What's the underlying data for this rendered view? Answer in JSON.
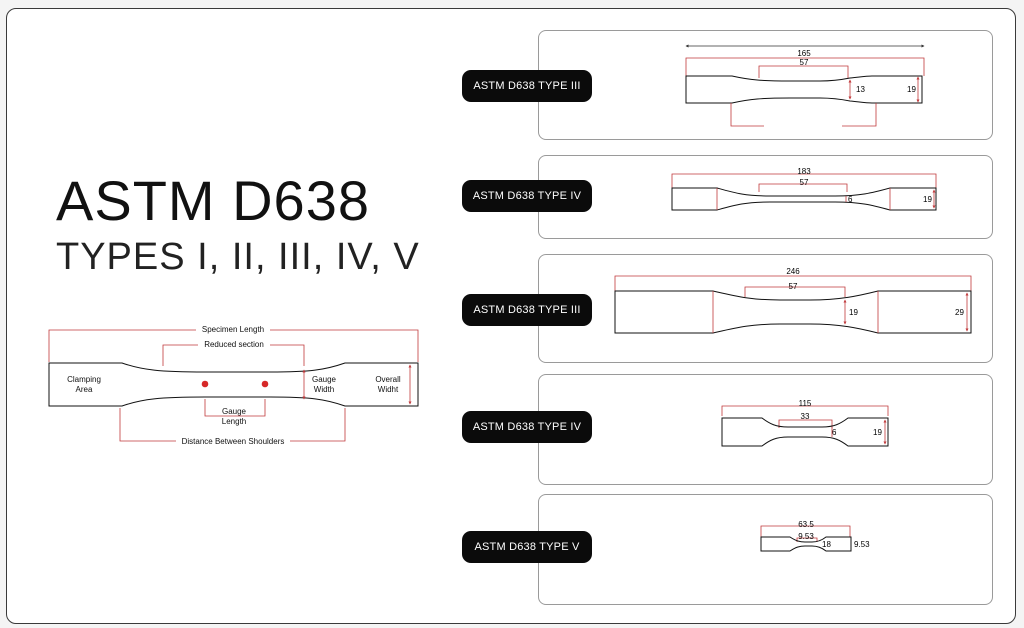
{
  "title": {
    "main": "ASTM D638",
    "sub": "TYPES I, II, III, IV, V"
  },
  "legend_diagram": {
    "specimen_length": "Specimen Length",
    "reduced_section": "Reduced section",
    "clamping_area": [
      "Clamping",
      "Area"
    ],
    "gauge_width": [
      "Gauge",
      "Width"
    ],
    "overall_width": [
      "Overall",
      "Widht"
    ],
    "gauge_length": [
      "Gauge",
      "Length"
    ],
    "distance_between_shoulders": "Distance Between Shoulders"
  },
  "specimens": [
    {
      "label": "ASTM D638 TYPE III",
      "overall_length": "165",
      "gauge_length": "57",
      "gauge_width": "13",
      "overall_width": "19"
    },
    {
      "label": "ASTM D638 TYPE IV",
      "overall_length": "183",
      "gauge_length": "57",
      "gauge_width": "6",
      "overall_width": "19"
    },
    {
      "label": "ASTM D638 TYPE III",
      "overall_length": "246",
      "gauge_length": "57",
      "gauge_width": "19",
      "overall_width": "29"
    },
    {
      "label": "ASTM D638 TYPE IV",
      "overall_length": "115",
      "gauge_length": "33",
      "gauge_width": "6",
      "overall_width": "19"
    },
    {
      "label": "ASTM D638 TYPE V",
      "overall_length": "63.5",
      "gauge_length": "9.53",
      "gauge_width": "18",
      "overall_width": "9.53"
    }
  ],
  "colors": {
    "dimension_line": "#c0393b",
    "gauge_mark": "#d62828",
    "outline": "#111111",
    "pill_bg": "#0b0b0b"
  }
}
